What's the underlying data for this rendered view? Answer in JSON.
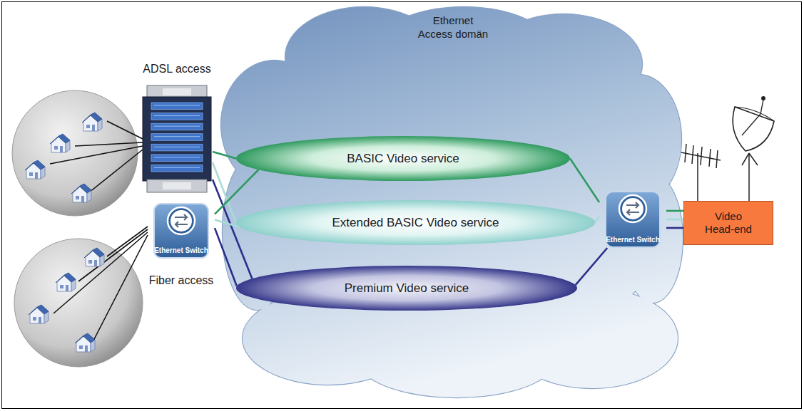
{
  "diagram": {
    "nodes": [
      {
        "text": [
          "Ethernet Access domän"
        ]
      },
      {
        "text": [
          "BASIC Video service"
        ],
        "in": 0
      },
      {
        "text": [
          "Extended BASIC Video service"
        ],
        "in": 0
      },
      {
        "text": [
          "Premium Video service"
        ],
        "in": 0
      },
      {
        "text": [
          "ADSL access"
        ]
      },
      {
        "text": [
          "Ethernet Switch",
          "Fiber access"
        ]
      },
      {
        "text": [
          "Ethernet Switch"
        ],
        "in": 0
      },
      {
        "text": [
          "Video Head-end"
        ]
      }
    ],
    "edges": [
      {
        "from": 4,
        "to": 1,
        "arrow": "none"
      },
      {
        "from": 4,
        "to": 2,
        "arrow": "none"
      },
      {
        "from": 4,
        "to": 3,
        "arrow": "none"
      },
      {
        "from": 5,
        "to": 1,
        "arrow": "none"
      },
      {
        "from": 5,
        "to": 2,
        "arrow": "none"
      },
      {
        "from": 5,
        "to": 3,
        "arrow": "none"
      },
      {
        "from": 1,
        "to": 6,
        "arrow": "none"
      },
      {
        "from": 2,
        "to": 6,
        "arrow": "none"
      },
      {
        "from": 3,
        "to": 6,
        "arrow": "none"
      },
      {
        "from": 6,
        "to": 7,
        "arrow": "none"
      },
      {
        "from": 6,
        "to": 7,
        "arrow": "none"
      },
      {
        "from": 6,
        "to": 7,
        "arrow": "none"
      }
    ]
  }
}
